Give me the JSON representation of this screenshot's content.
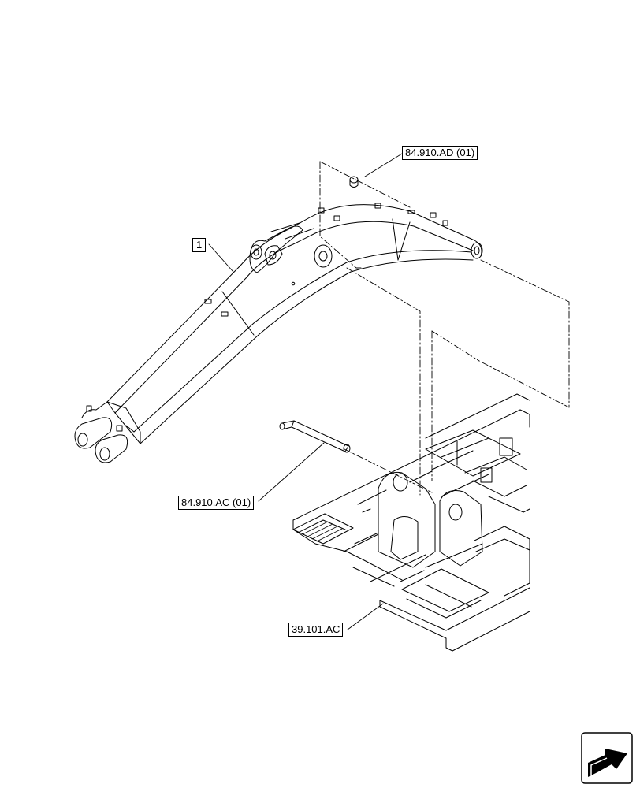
{
  "callouts": {
    "part_number": "1",
    "pin_top_ref": "84.910.AD (01)",
    "pin_bottom_ref": "84.910.AC (01)",
    "frame_ref": "39.101.AC"
  },
  "icons": {
    "navigation": "next-page-arrow-icon"
  }
}
